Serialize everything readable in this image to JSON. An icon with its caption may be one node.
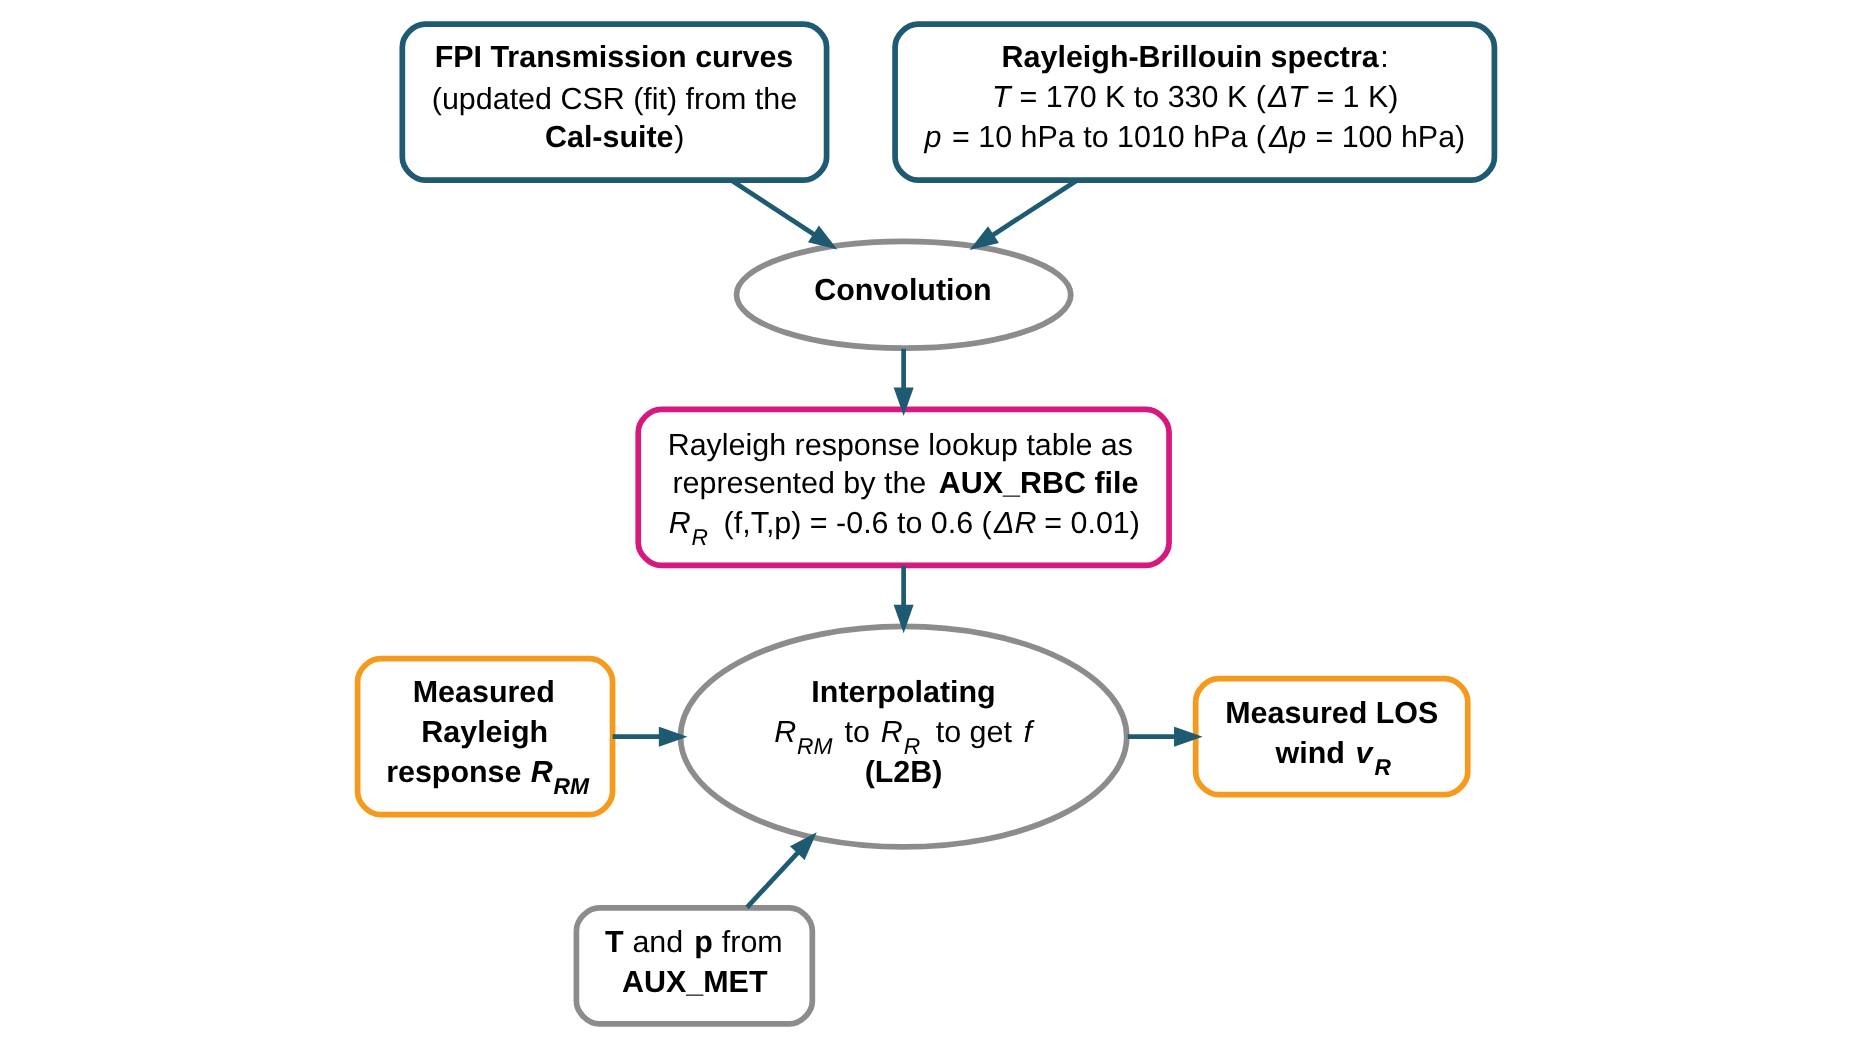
{
  "diagram": {
    "nodes": [
      {
        "text": [
          "FPI Transmission curves",
          "(updated CSR (fit) from the **Cal-suite**)"
        ]
      },
      {
        "text": [
          "**Rayleigh-Brillouin spectra**:",
          "*T* = 170 K to 330 K (*ΔT* = 1 K)",
          "*p* = 10 hPa to 1010 hPa (*Δp* = 100 hPa)"
        ]
      },
      {
        "text": [
          "Convolution"
        ]
      },
      {
        "text": [
          "Rayleigh response lookup table as represented by the **AUX_RBC file**",
          "*R*$_{R}$ (f,T,p) = -0.6 to 0.6 (*ΔR* = 0.01)"
        ]
      },
      {
        "text": [
          "Measured Rayleigh response *R*$_{RM}$"
        ]
      },
      {
        "text": [
          "**T** and **p** from **AUX_MET**"
        ]
      },
      {
        "text": [
          "Interpolating",
          "*R*$_{RM}$ to *R*$_{R}$ to get *f*",
          "(L2B)"
        ]
      },
      {
        "text": [
          "Measured LOS wind *v*$_{R}$"
        ]
      }
    ],
    "edges": [
      {
        "from": 0,
        "to": 2,
        "arrow": "to"
      },
      {
        "from": 1,
        "to": 2,
        "arrow": "to"
      },
      {
        "from": 2,
        "to": 3,
        "arrow": "to"
      },
      {
        "from": 3,
        "to": 6,
        "arrow": "to"
      },
      {
        "from": 4,
        "to": 6,
        "arrow": "to"
      },
      {
        "from": 5,
        "to": 6,
        "arrow": "to"
      },
      {
        "from": 6,
        "to": 7,
        "arrow": "to"
      }
    ]
  }
}
